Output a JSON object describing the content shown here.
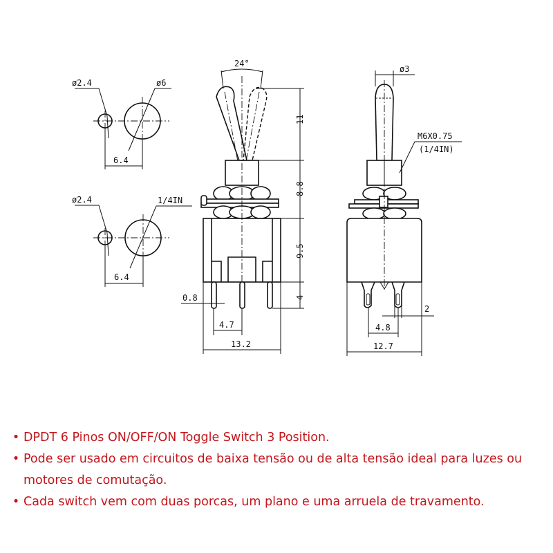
{
  "drawing": {
    "hole_top": {
      "small_dia": "ø2.4",
      "large_dia": "ø6",
      "spacing": "6.4"
    },
    "hole_bottom": {
      "small_dia": "ø2.4",
      "large_dia": "1/4IN",
      "spacing": "6.4"
    },
    "front_view": {
      "angle": "24°",
      "lever_height": "11",
      "bushing_height": "8.8",
      "body_height": "9.5",
      "pin_length": "4",
      "pin_width": "0.8",
      "pin_pitch": "4.7",
      "body_width": "13.2"
    },
    "side_view": {
      "lever_dia": "ø3",
      "thread": "M6X0.75",
      "thread_imperial": "(1/4IN)",
      "pin_thickness": "2",
      "pin_pitch": "4.8",
      "body_width": "12.7"
    }
  },
  "notes": {
    "bullet_glyph": "•",
    "color": "#c4161c",
    "items": [
      {
        "text": "DPDT 6 Pinos ON/OFF/ON Toggle Switch 3 Position."
      },
      {
        "text": "Pode ser usado em circuitos de baixa tensão ou de alta tensão ideal para luzes ou motores de comutação."
      },
      {
        "text": "Cada switch vem com duas porcas, um plano e uma arruela de travamento."
      }
    ]
  }
}
